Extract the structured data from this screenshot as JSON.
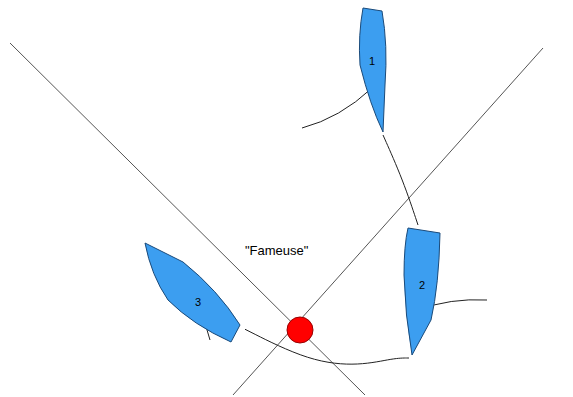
{
  "diagram": {
    "nodes": [
      {
        "text": [
          "1"
        ]
      },
      {
        "text": [
          "2"
        ]
      },
      {
        "text": [
          "3"
        ]
      }
    ],
    "edges": [
      {
        "from": 0,
        "to": 1,
        "arrow": "none"
      },
      {
        "from": 1,
        "to": 2,
        "arrow": "none"
      }
    ],
    "labels": [
      "\"Fameuse\""
    ]
  }
}
